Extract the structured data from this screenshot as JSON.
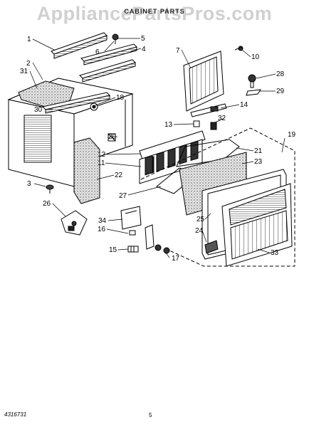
{
  "watermark": "AppliancePartsPros.com",
  "title": "CABINET PARTS",
  "subtitle": "",
  "footer_left": "4316731",
  "footer_page": "5",
  "callouts": [
    "1",
    "2",
    "31",
    "5",
    "6",
    "4",
    "7",
    "10",
    "28",
    "29",
    "18",
    "30",
    "14",
    "32",
    "13",
    "19",
    "20",
    "12",
    "21",
    "11",
    "23",
    "22",
    "3",
    "27",
    "26",
    "34",
    "25",
    "24",
    "16",
    "15",
    "17",
    "33"
  ],
  "colors": {
    "line": "#000000",
    "paper": "#ffffff",
    "foam": "#cfcfcf"
  }
}
